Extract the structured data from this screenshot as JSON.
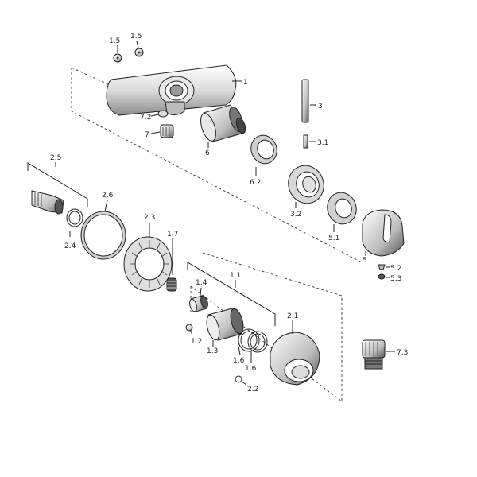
{
  "diagram": {
    "labels": {
      "p1": "1",
      "p1_1": "1.1",
      "p1_2": "1.2",
      "p1_3": "1.3",
      "p1_4": "1.4",
      "p1_5a": "1.5",
      "p1_5b": "1.5",
      "p1_6a": "1.6",
      "p1_6b": "1.6",
      "p1_7": "1.7",
      "p2_1": "2.1",
      "p2_2": "2.2",
      "p2_3": "2.3",
      "p2_4": "2.4",
      "p2_5": "2.5",
      "p2_6": "2.6",
      "p3": "3",
      "p3_1": "3.1",
      "p3_2": "3.2",
      "p5": "5",
      "p5_1": "5.1",
      "p5_2": "5.2",
      "p5_3": "5.3",
      "p6": "6",
      "p6_2": "6.2",
      "p7": "7",
      "p7_2": "7.2",
      "p7_3": "7.3"
    },
    "colors": {
      "line": "#222222",
      "fill_light": "#ffffff",
      "fill_mid": "#cfcfcf",
      "fill_dark": "#6e6e6e"
    }
  }
}
